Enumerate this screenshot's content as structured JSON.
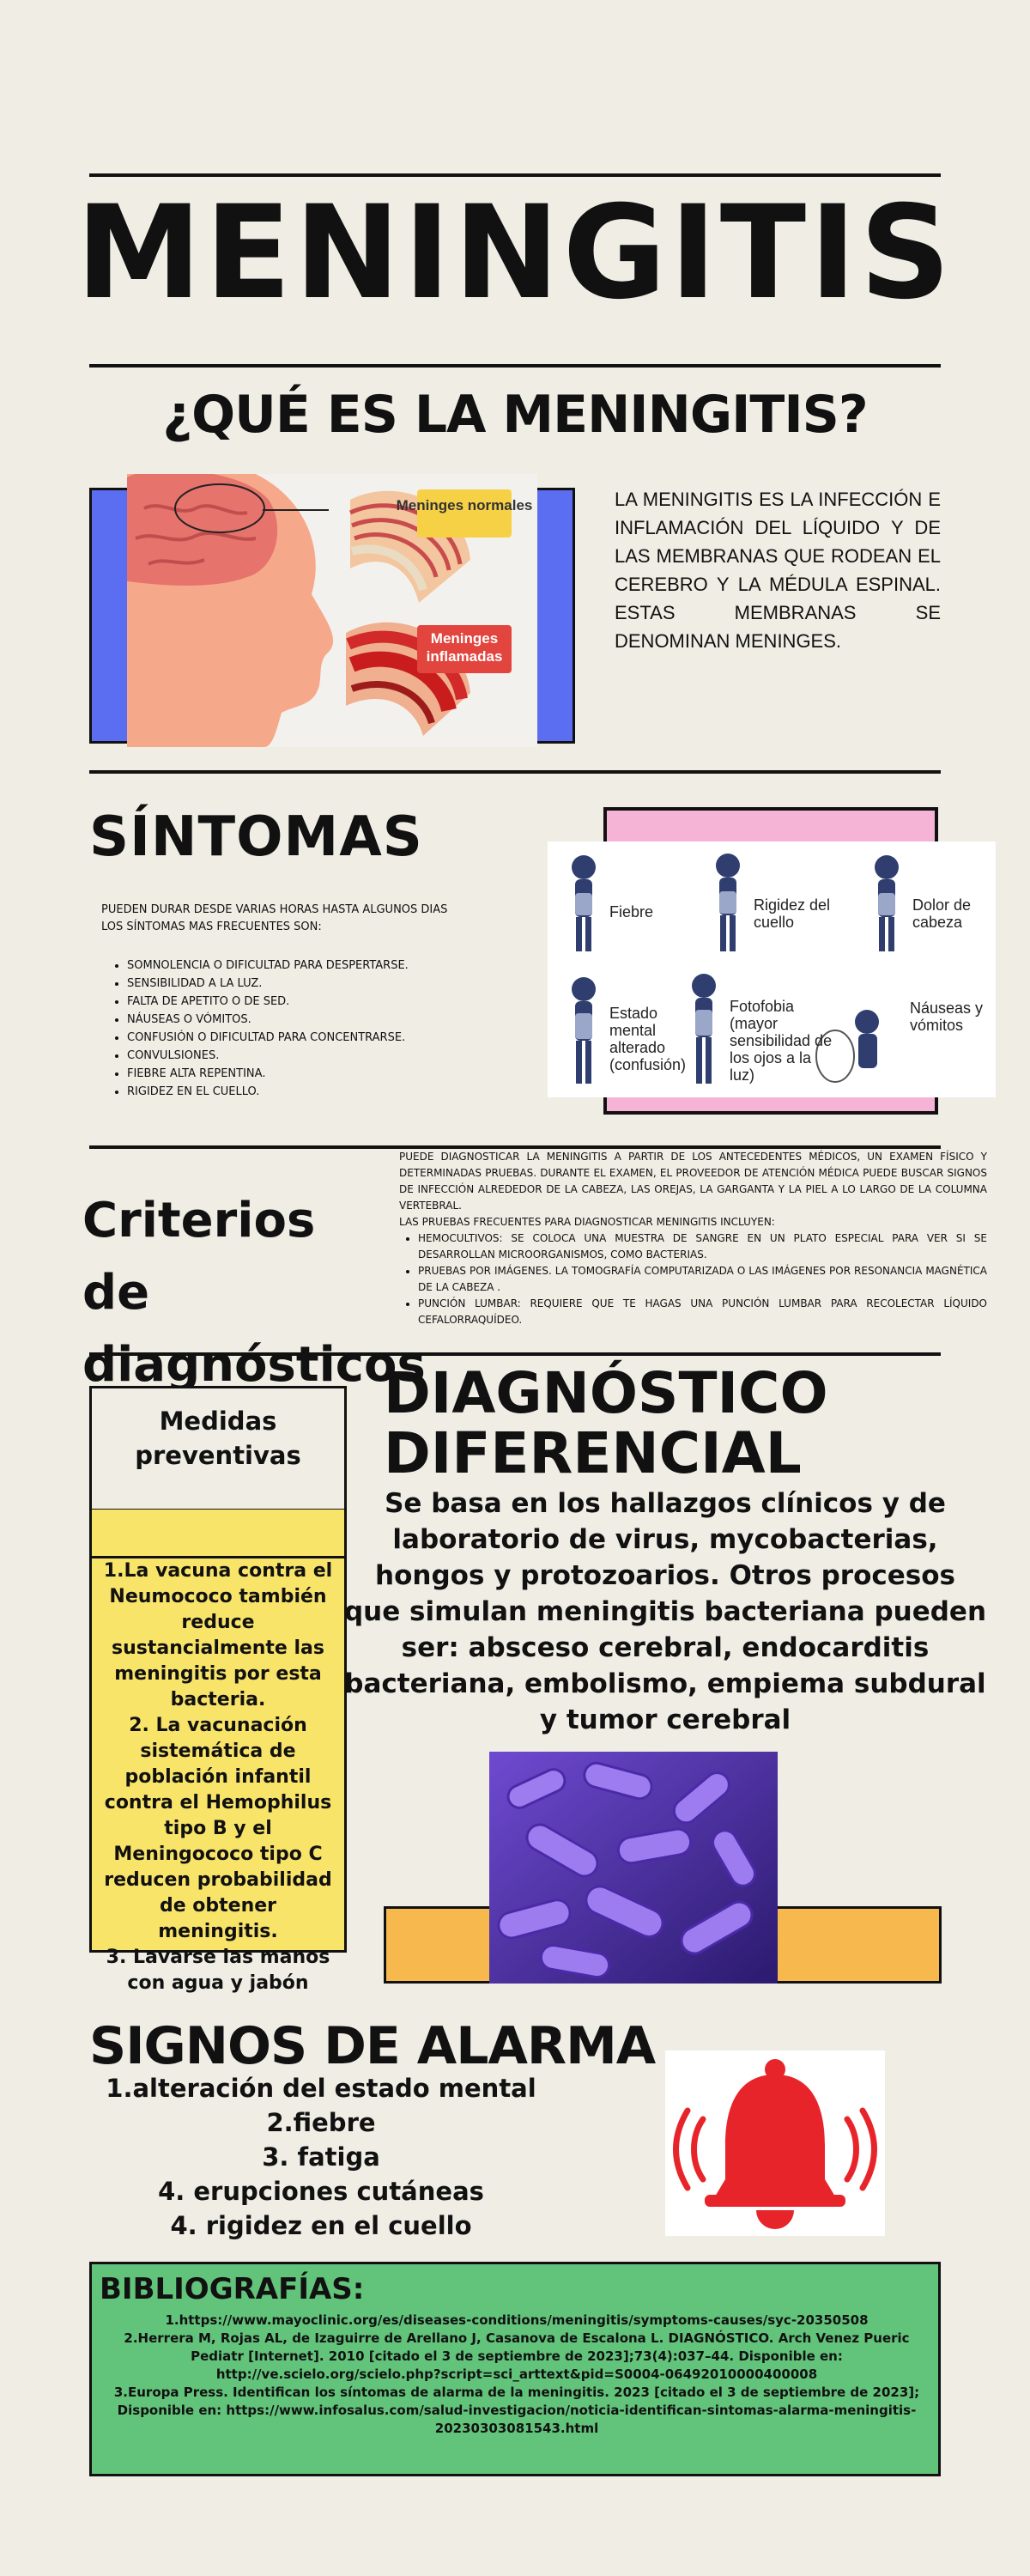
{
  "title": "MENINGITIS",
  "what_is": {
    "heading": "¿QUÉ ES LA MENINGITIS?",
    "definition": "LA MENINGITIS ES LA INFECCIÓN E INFLAMACIÓN DEL LÍQUIDO Y DE LAS MEMBRANAS QUE RODEAN EL CEREBRO Y LA MÉDULA ESPINAL. ESTAS MEMBRANAS SE DENOMINAN MENINGES.",
    "illustration_labels": {
      "normal": "Meninges normales",
      "inflamed": "Meninges inflamadas"
    }
  },
  "symptoms": {
    "heading": "SÍNTOMAS",
    "intro_1": "PUEDEN DURAR DESDE VARIAS HORAS HASTA ALGUNOS DIAS",
    "intro_2": "LOS SÍNTOMAS MAS FRECUENTES SON:",
    "items": [
      "SOMNOLENCIA O DIFICULTAD PARA DESPERTARSE.",
      "SENSIBILIDAD A LA LUZ.",
      "FALTA DE APETITO O DE SED.",
      "NÁUSEAS O VÓMITOS.",
      "CONFUSIÓN O DIFICULTAD PARA CONCENTRARSE.",
      "CONVULSIONES.",
      "FIEBRE ALTA REPENTINA.",
      "RIGIDEZ EN EL CUELLO."
    ],
    "illustration_labels": [
      "Fiebre",
      "Rigidez del cuello",
      "Dolor de cabeza",
      "Estado mental alterado (confusión)",
      "Fotofobia (mayor sensibilidad de los ojos a la luz)",
      "Náuseas y vómitos"
    ]
  },
  "criteria": {
    "heading": "Criterios de diagnósticos",
    "dot": ".",
    "paragraph_1": "PUEDE DIAGNOSTICAR LA MENINGITIS A PARTIR DE LOS ANTECEDENTES MÉDICOS, UN EXAMEN FÍSICO Y DETERMINADAS PRUEBAS. DURANTE EL EXAMEN, EL PROVEEDOR DE ATENCIÓN MÉDICA PUEDE BUSCAR SIGNOS DE INFECCIÓN ALREDEDOR DE LA CABEZA, LAS OREJAS, LA GARGANTA Y LA PIEL A LO LARGO DE LA COLUMNA VERTEBRAL.",
    "paragraph_2": "LAS PRUEBAS FRECUENTES PARA DIAGNOSTICAR MENINGITIS INCLUYEN:",
    "items": [
      "HEMOCULTIVOS: SE COLOCA UNA MUESTRA DE SANGRE EN UN PLATO ESPECIAL PARA VER SI SE DESARROLLAN MICROORGANISMOS, COMO BACTERIAS.",
      "PRUEBAS POR IMÁGENES. LA TOMOGRAFÍA COMPUTARIZADA O LAS IMÁGENES POR RESONANCIA MAGNÉTICA DE LA CABEZA .",
      "PUNCIÓN LUMBAR: REQUIERE QUE TE HAGAS UNA PUNCIÓN LUMBAR PARA RECOLECTAR LÍQUIDO CEFALORRAQUÍDEO."
    ]
  },
  "prevention": {
    "heading": "Medidas preventivas",
    "items": [
      "1.La vacuna contra el Neumococo también reduce sustancialmente las meningitis por esta bacteria.",
      "2. La vacunación sistemática de población infantil contra el Hemophilus tipo B y el Meningococo tipo C reducen probabilidad de obtener meningitis.",
      "3. Lavarse las manos con agua y jabón"
    ]
  },
  "differential": {
    "heading_line1": "DIAGNÓSTICO",
    "heading_line2": "DIFERENCIAL",
    "body": "Se basa en los hallazgos clínicos y de laboratorio de virus, mycobacterias, hongos y protozoarios. Otros procesos que simulan meningitis bacteriana pueden ser: absceso cerebral, endocarditis bacteriana, embolismo, empiema subdural y tumor cerebral"
  },
  "alarm_signs": {
    "heading": "SIGNOS DE ALARMA",
    "items": [
      "1.alteración del estado mental",
      "2.fiebre",
      "3. fatiga",
      "4. erupciones cutáneas",
      "4. rigidez en el cuello"
    ]
  },
  "bibliography": {
    "heading": "BIBLIOGRAFÍAS:",
    "refs": [
      "1.https://www.mayoclinic.org/es/diseases-conditions/meningitis/symptoms-causes/syc-20350508",
      "2.Herrera M, Rojas AL, de Izaguirre de Arellano J, Casanova de Escalona L. DIAGNÓSTICO. Arch Venez Pueric Pediatr [Internet]. 2010 [citado el 3 de septiembre de 2023];73(4):037–44. Disponible en: http://ve.scielo.org/scielo.php?script=sci_arttext&pid=S0004-06492010000400008",
      "3.Europa Press. Identifican los síntomas de alarma de la meningitis. 2023 [citado el 3 de septiembre de 2023]; Disponible en: https://www.infosalus.com/salud-investigacion/noticia-identifican-sintomas-alarma-meningitis-20230303081543.html"
    ]
  },
  "colors": {
    "background": "#efede4",
    "blue_frame": "#5b6ef2",
    "pink_frame": "#f5b4d6",
    "yellow": "#f9e46a",
    "orange": "#f7b94d",
    "green": "#62c37a",
    "bell_red": "#e8242b"
  }
}
